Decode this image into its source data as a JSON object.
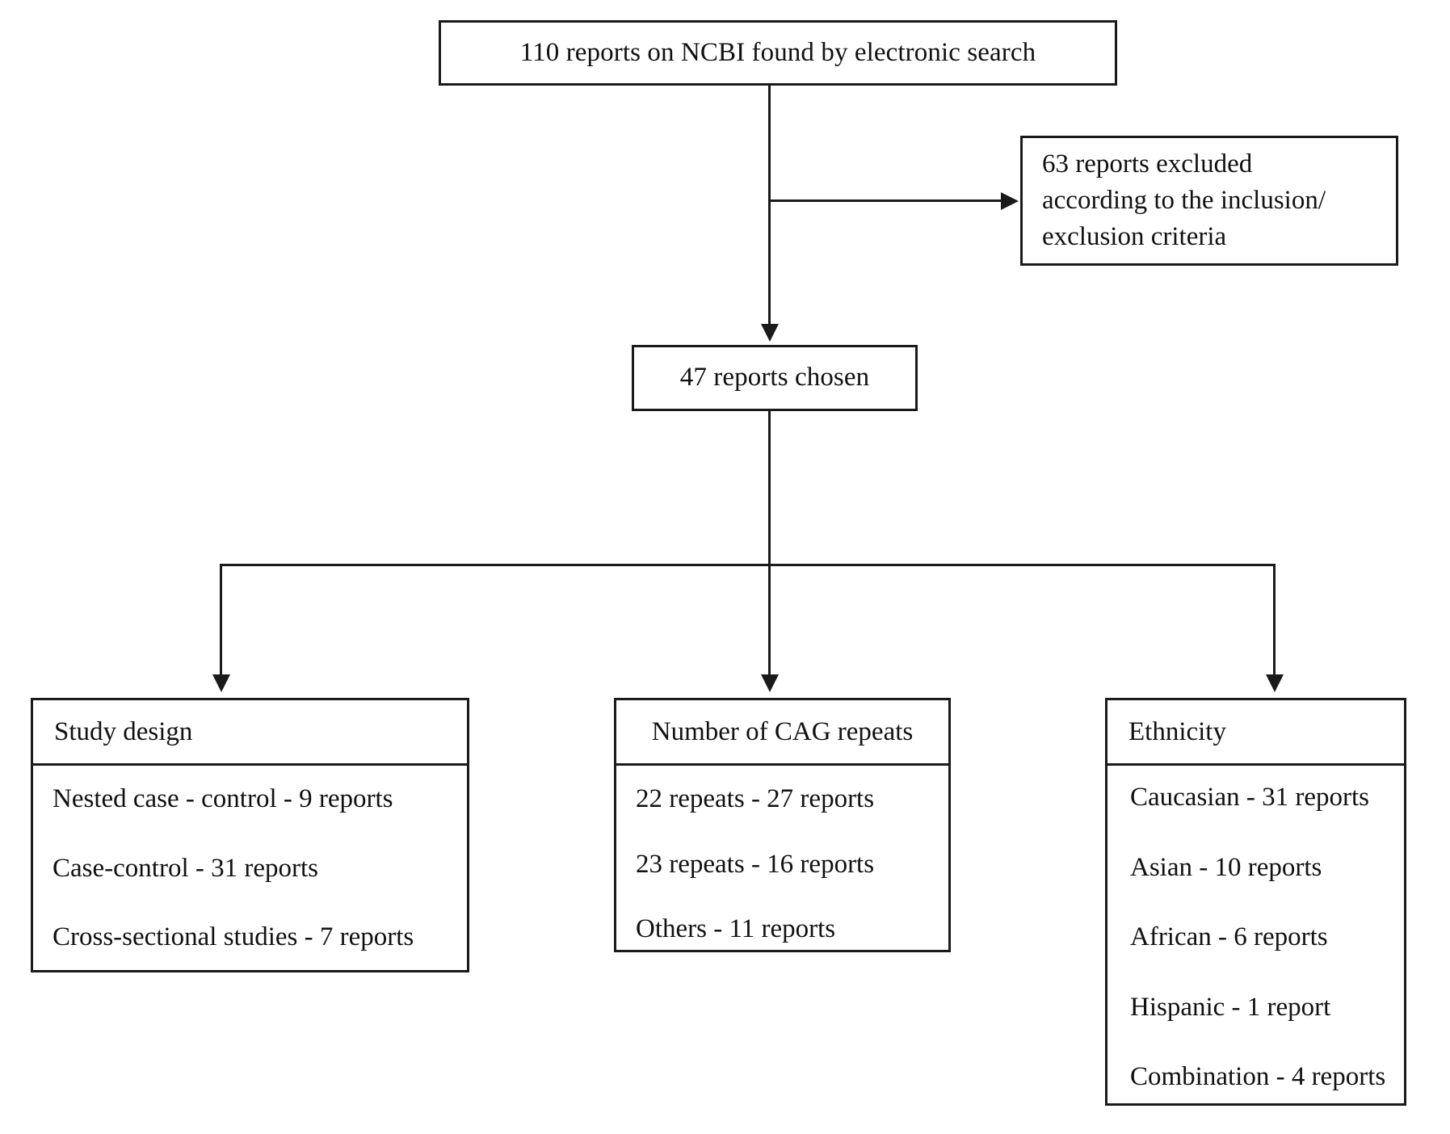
{
  "diagram": {
    "title": "PRISMA-style study selection flowchart",
    "stroke_color": "#1a1a1a",
    "background_color": "#ffffff",
    "nodes": {
      "source": {
        "label": "110 reports on NCBI found by electronic search",
        "count": 110
      },
      "excluded": {
        "line1": "63 reports excluded",
        "line2": "according to the inclusion/",
        "line3": "exclusion criteria",
        "count": 63
      },
      "chosen": {
        "label": "47 reports chosen",
        "count": 47
      }
    },
    "categories": [
      {
        "heading": "Study design",
        "items": [
          {
            "label": "Nested case - control - 9 reports",
            "count": 9
          },
          {
            "label": "Case-control - 31 reports",
            "count": 31
          },
          {
            "label": "Cross-sectional studies - 7 reports",
            "count": 7
          }
        ]
      },
      {
        "heading": "Number of CAG repeats",
        "items": [
          {
            "label": "22 repeats - 27 reports",
            "count": 27
          },
          {
            "label": "23 repeats - 16 reports",
            "count": 16
          },
          {
            "label": "Others - 11 reports",
            "count": 11
          }
        ]
      },
      {
        "heading": "Ethnicity",
        "items": [
          {
            "label": "Caucasian - 31 reports",
            "count": 31
          },
          {
            "label": "Asian - 10 reports",
            "count": 10
          },
          {
            "label": "African - 6 reports",
            "count": 6
          },
          {
            "label": "Hispanic - 1 report",
            "count": 1
          },
          {
            "label": "Combination - 4 reports",
            "count": 4
          }
        ]
      }
    ]
  }
}
